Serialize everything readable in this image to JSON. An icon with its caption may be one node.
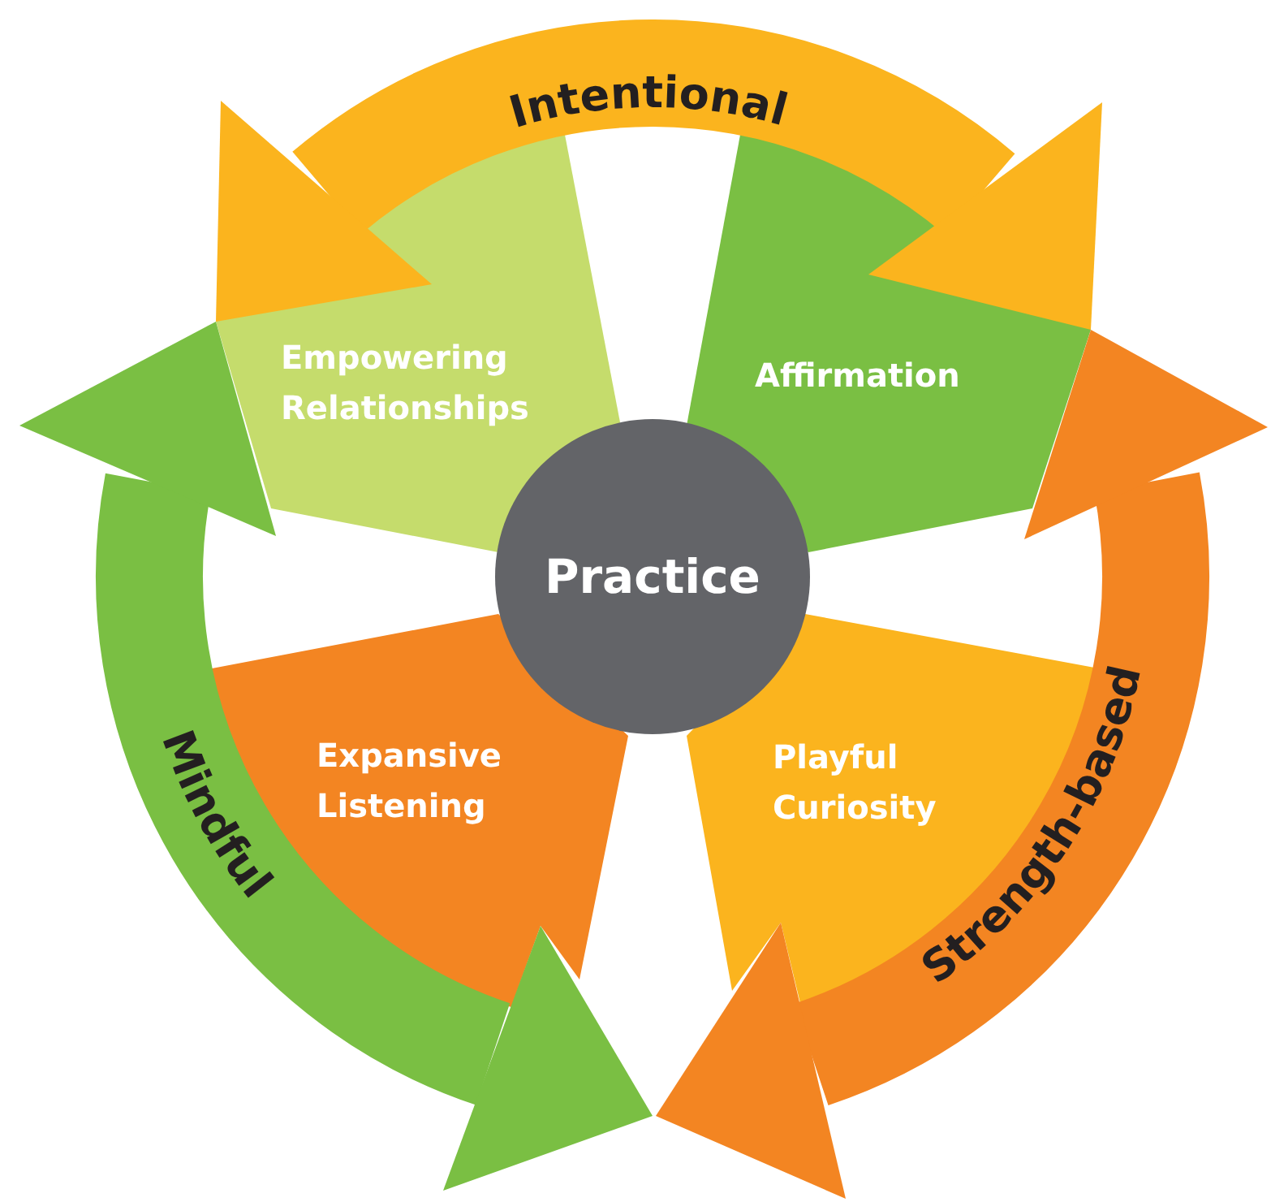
{
  "diagram": {
    "nodes": [
      {
        "text": [
          "Empowering Relationships"
        ]
      },
      {
        "text": [
          "Affirmation"
        ]
      },
      {
        "text": [
          "Practice"
        ]
      },
      {
        "text": [
          "Expansive Listening"
        ]
      },
      {
        "text": [
          "Playful Curiosity"
        ]
      }
    ],
    "labels": [
      "Intentional",
      "Mindful",
      "Strength-based"
    ]
  }
}
